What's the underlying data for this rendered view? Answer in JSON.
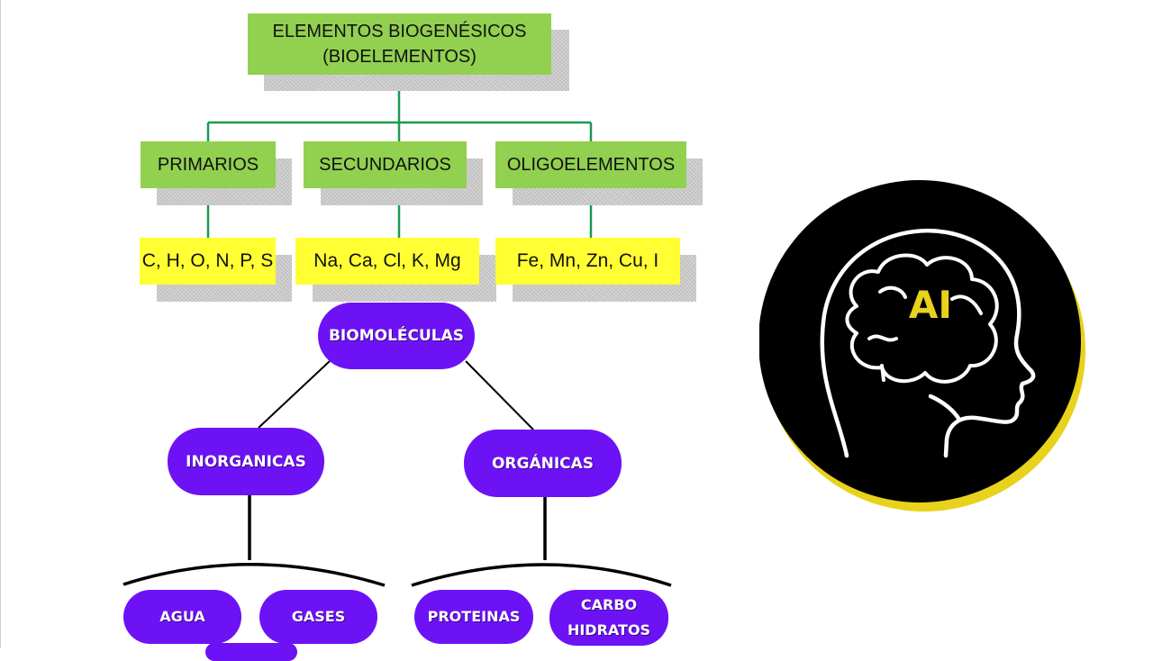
{
  "colors": {
    "title_box": "#92d050",
    "element_box": "#ffff33",
    "pill": "#6c12f5",
    "connector_green": "#1a9a50",
    "connector_black": "#000000",
    "ai_circle": "#000000",
    "ai_ring": "#e8d21b",
    "ai_text": "#e8d21b"
  },
  "top_tree": {
    "root": {
      "line1": "ELEMENTOS BIOGENÉSICOS",
      "line2": "(BIOELEMENTOS)"
    },
    "categories": [
      {
        "label": "PRIMARIOS",
        "elements": "C, H, O, N, P, S"
      },
      {
        "label": "SECUNDARIOS",
        "elements": "Na, Ca, Cl, K, Mg"
      },
      {
        "label": "OLIGOELEMENTOS",
        "elements": "Fe, Mn, Zn, Cu, I"
      }
    ]
  },
  "bottom_tree": {
    "root": "BIOMOLÉCULAS",
    "inorganic": {
      "label": "INORGANICAS",
      "children": [
        "AGUA",
        "GASES"
      ]
    },
    "organic": {
      "label": "ORGÁNICAS",
      "children": [
        "PROTEINAS",
        "CARBO HIDRATOS"
      ]
    },
    "carbo_line1": "CARBO",
    "carbo_line2": "HIDRATOS"
  },
  "logo": {
    "text": "AI",
    "icon": "brain-head-icon"
  }
}
